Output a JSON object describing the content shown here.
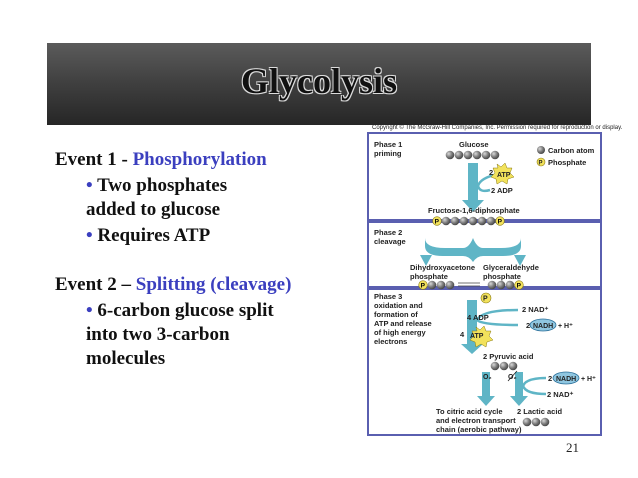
{
  "slide": {
    "title": "Glycolysis",
    "page_number": "21",
    "event1": {
      "heading_prefix": "Event 1 - ",
      "heading_highlight": "Phosphorylation",
      "bullet1_line1": "Two phosphates",
      "bullet1_line2": "added to glucose",
      "bullet2": "Requires ATP"
    },
    "event2": {
      "heading_prefix": "Event 2 – ",
      "heading_highlight": "Splitting (cleavage)",
      "bullet1_line1": "6-carbon glucose split",
      "bullet1_line2": "into two 3-carbon",
      "bullet1_line3": "molecules"
    },
    "bullet_glyph": "•"
  },
  "figure": {
    "copyright": "Copyright © The McGraw-Hill Companies, Inc. Permission required for reproduction or display.",
    "legend": {
      "carbon": "Carbon atom",
      "phosphate": "Phosphate",
      "p_symbol": "P"
    },
    "phase1": {
      "line1": "Phase 1",
      "line2": "priming"
    },
    "phase2": {
      "line1": "Phase 2",
      "line2": "cleavage"
    },
    "phase3": {
      "line1": "Phase 3",
      "line2": "oxidation and",
      "line3": "formation of",
      "line4": "ATP and release",
      "line5": "of high energy",
      "line6": "electrons"
    },
    "glucose": "Glucose",
    "atp_in_count": "2",
    "atp": "ATP",
    "adp_out": "2 ADP",
    "fructose": "Fructose-1,6-diphosphate",
    "dhap_line1": "Dihydroxyacetone",
    "dhap_line2": "phosphate",
    "g3p_line1": "Glyceraldehyde",
    "g3p_line2": "phosphate",
    "nad_in": "2 NAD⁺",
    "adp_in": "4 ADP",
    "nadh_count": "2",
    "nadh": "NADH",
    "h_plus": "+ H⁺",
    "atp_out_count": "4",
    "pyruvic": "2 Pyruvic acid",
    "o2": "O₂",
    "no_o2": "O₂",
    "nadh2_count": "2",
    "nad_out": "2 NAD⁺",
    "aerobic_line1": "To citric acid cycle",
    "aerobic_line2": "and electron transport",
    "aerobic_line3": "chain (aerobic pathway)",
    "lactic": "2 Lactic acid",
    "colors": {
      "panel": "#5a5fb0",
      "arrow": "#5fb5c6",
      "p_fill": "#f2e25c",
      "nadh_fill": "#8fc6e0"
    }
  }
}
